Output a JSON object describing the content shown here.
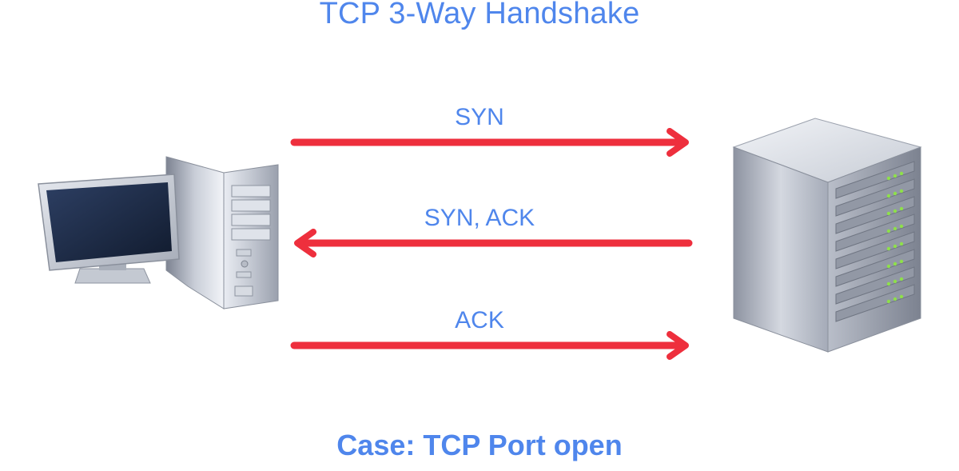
{
  "title": "TCP 3-Way Handshake",
  "caption": "Case: TCP Port open",
  "nodes": {
    "client": "client-computer",
    "server": "server-tower"
  },
  "messages": [
    {
      "label": "SYN",
      "direction": "client-to-server"
    },
    {
      "label": "SYN, ACK",
      "direction": "server-to-client"
    },
    {
      "label": "ACK",
      "direction": "client-to-server"
    }
  ],
  "colors": {
    "text": "#4f86ec",
    "arrow": "#ee2f3d",
    "led": "#8ee04a"
  }
}
